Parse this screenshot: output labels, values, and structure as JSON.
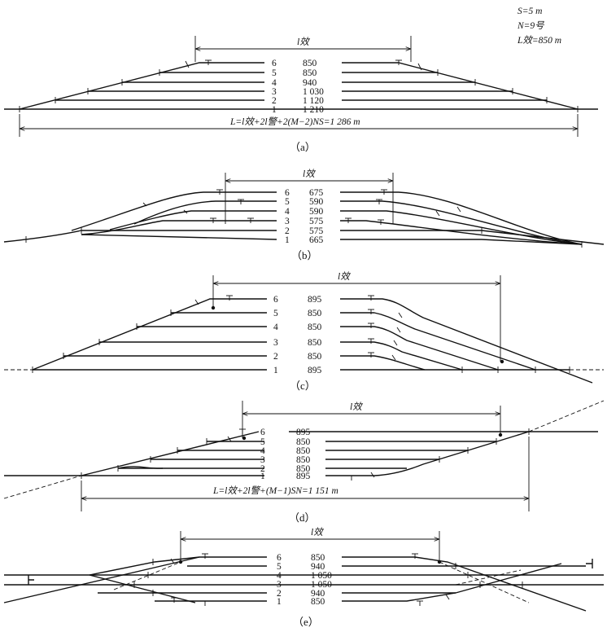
{
  "parameters": {
    "s": "S=5 m",
    "n": "N=9号",
    "l": "L效=850 m"
  },
  "common": {
    "leff": "l效"
  },
  "panels": {
    "a": {
      "caption": "（a）",
      "formula": "L=l效+2l警+2(M−2)NS=1 286 m",
      "tracks": [
        {
          "no": "6",
          "len": "850"
        },
        {
          "no": "5",
          "len": "850"
        },
        {
          "no": "4",
          "len": "940"
        },
        {
          "no": "3",
          "len": "1 030"
        },
        {
          "no": "2",
          "len": "1 120"
        },
        {
          "no": "1",
          "len": "1 210"
        }
      ]
    },
    "b": {
      "caption": "（b）",
      "tracks": [
        {
          "no": "6",
          "len": "675"
        },
        {
          "no": "5",
          "len": "590"
        },
        {
          "no": "4",
          "len": "590"
        },
        {
          "no": "3",
          "len": "575"
        },
        {
          "no": "2",
          "len": "575"
        },
        {
          "no": "1",
          "len": "665"
        }
      ]
    },
    "c": {
      "caption": "（c）",
      "tracks": [
        {
          "no": "6",
          "len": "895"
        },
        {
          "no": "5",
          "len": "850"
        },
        {
          "no": "4",
          "len": "850"
        },
        {
          "no": "3",
          "len": "850"
        },
        {
          "no": "2",
          "len": "850"
        },
        {
          "no": "1",
          "len": "895"
        }
      ]
    },
    "d": {
      "caption": "（d）",
      "formula": "L=l效+2l警+(M−1)SN=1 151 m",
      "tracks": [
        {
          "no": "6",
          "len": "895"
        },
        {
          "no": "5",
          "len": "850"
        },
        {
          "no": "4",
          "len": "850"
        },
        {
          "no": "3",
          "len": "850"
        },
        {
          "no": "2",
          "len": "850"
        },
        {
          "no": "1",
          "len": "895"
        }
      ]
    },
    "e": {
      "caption": "（e）",
      "tracks": [
        {
          "no": "6",
          "len": "850"
        },
        {
          "no": "5",
          "len": "940"
        },
        {
          "no": "4",
          "len": "1 050"
        },
        {
          "no": "3",
          "len": "1 050"
        },
        {
          "no": "2",
          "len": "940"
        },
        {
          "no": "1",
          "len": "850"
        }
      ]
    }
  }
}
